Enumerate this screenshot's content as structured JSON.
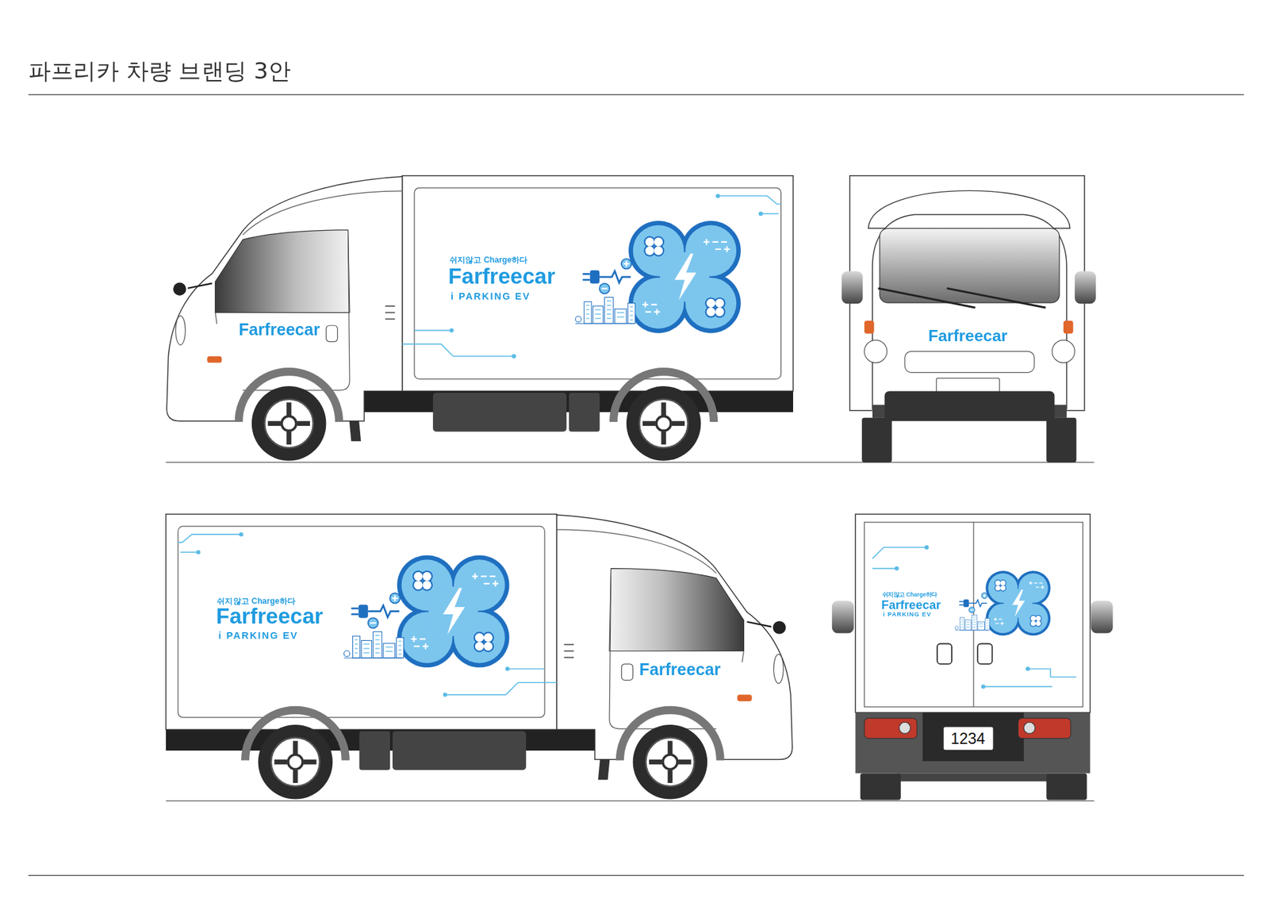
{
  "diagram": {
    "title": "파프리카 차량 브랜딩 3안",
    "nodes": [
      {
        "text": [
          "1234"
        ]
      }
    ],
    "labels": [
      "쉬지않고 Charge하다",
      "Farfreecar",
      "i PARKING EV",
      "Farfreecar",
      "Farfreecar",
      "쉬지않고 Charge하다",
      "Farfreecar",
      "i PARKING EV",
      "Farfreecar",
      "쉬지않고 Charge하다",
      "Farfreecar",
      "i PARKING EV"
    ]
  }
}
